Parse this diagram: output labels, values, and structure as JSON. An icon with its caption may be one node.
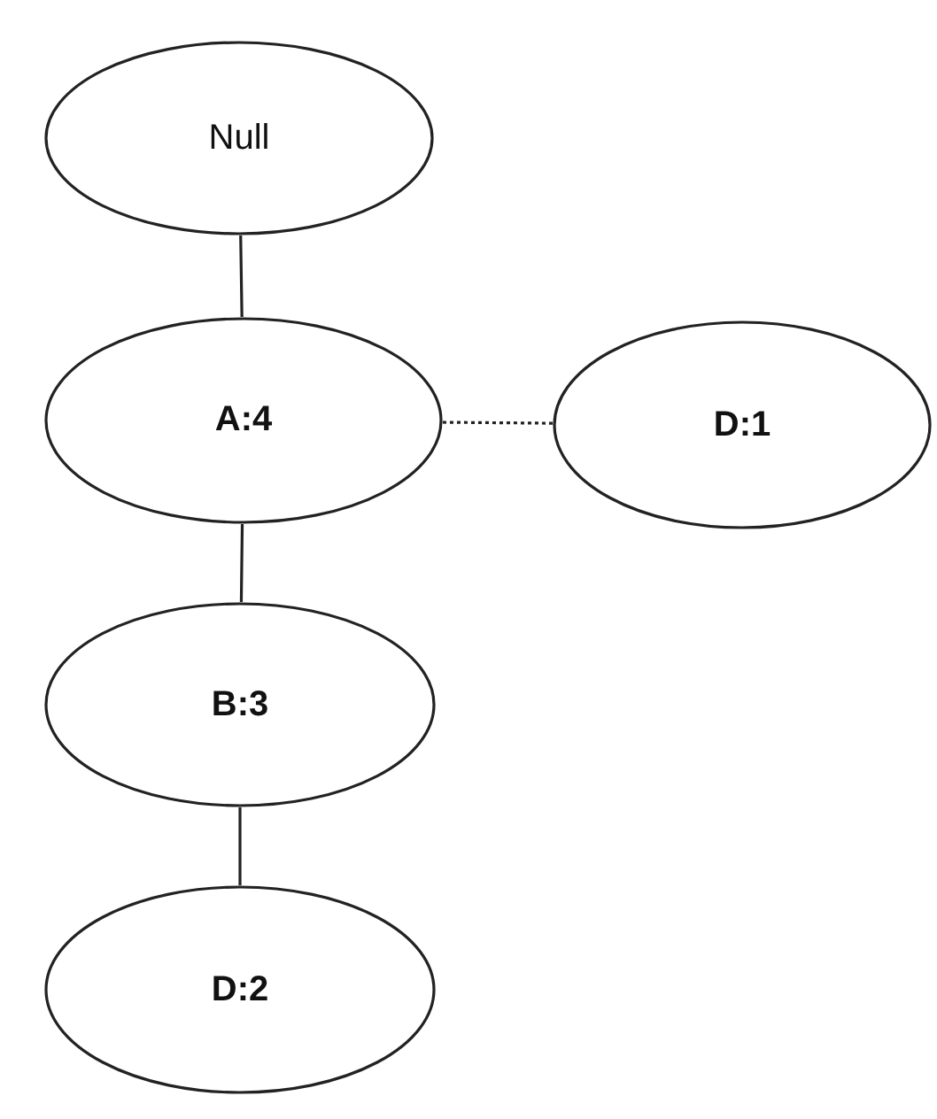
{
  "diagram": {
    "nodes": [
      {
        "text": [
          "Null"
        ]
      },
      {
        "text": [
          "A:4"
        ]
      },
      {
        "text": [
          "D:1"
        ]
      },
      {
        "text": [
          "B:3"
        ]
      },
      {
        "text": [
          "D:2"
        ]
      }
    ],
    "edges": [
      {
        "from": 0,
        "to": 1,
        "arrow": "none"
      },
      {
        "from": 1,
        "to": 2,
        "arrow": "none",
        "style": "dashed"
      },
      {
        "from": 1,
        "to": 3,
        "arrow": "none"
      },
      {
        "from": 3,
        "to": 4,
        "arrow": "none"
      }
    ]
  }
}
